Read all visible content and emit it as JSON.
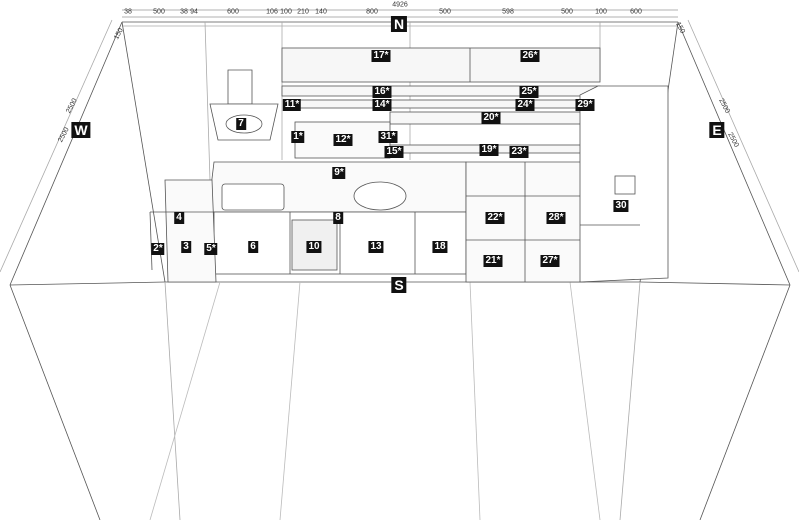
{
  "compass": {
    "north": "N",
    "south": "S",
    "west": "W",
    "east": "E"
  },
  "dimensions": {
    "total": "4926",
    "segments": [
      "38",
      "500",
      "38",
      "94",
      "600",
      "106",
      "100",
      "210",
      "140",
      "800",
      "500",
      "598",
      "500",
      "100",
      "600"
    ],
    "left_wall": [
      "2500",
      "2500",
      "150"
    ],
    "right_wall": [
      "2500",
      "2500",
      "150"
    ]
  },
  "items": [
    "17*",
    "26*",
    "16*",
    "25*",
    "11*",
    "14*",
    "24*",
    "29*",
    "20*",
    "7",
    "1*",
    "12*",
    "31*",
    "15*",
    "19*",
    "23*",
    "9*",
    "30",
    "4",
    "8",
    "22*",
    "28*",
    "2*",
    "3",
    "5*",
    "6",
    "10",
    "13",
    "18",
    "21*",
    "27*"
  ]
}
